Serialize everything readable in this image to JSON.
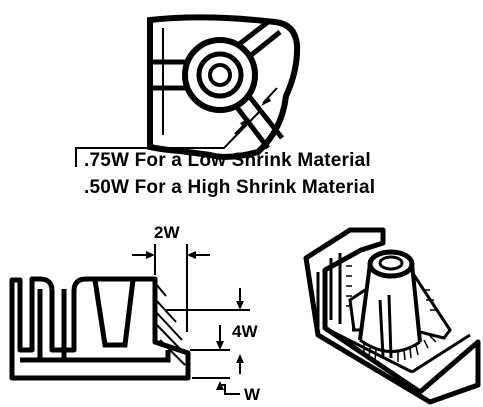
{
  "notes": {
    "low_shrink": ".75W For a Low Shrink Material",
    "high_shrink": ".50W For a High Shrink Material"
  },
  "dimensions": {
    "rib_width": "2W",
    "rib_height": "4W",
    "base_thickness": "W"
  }
}
